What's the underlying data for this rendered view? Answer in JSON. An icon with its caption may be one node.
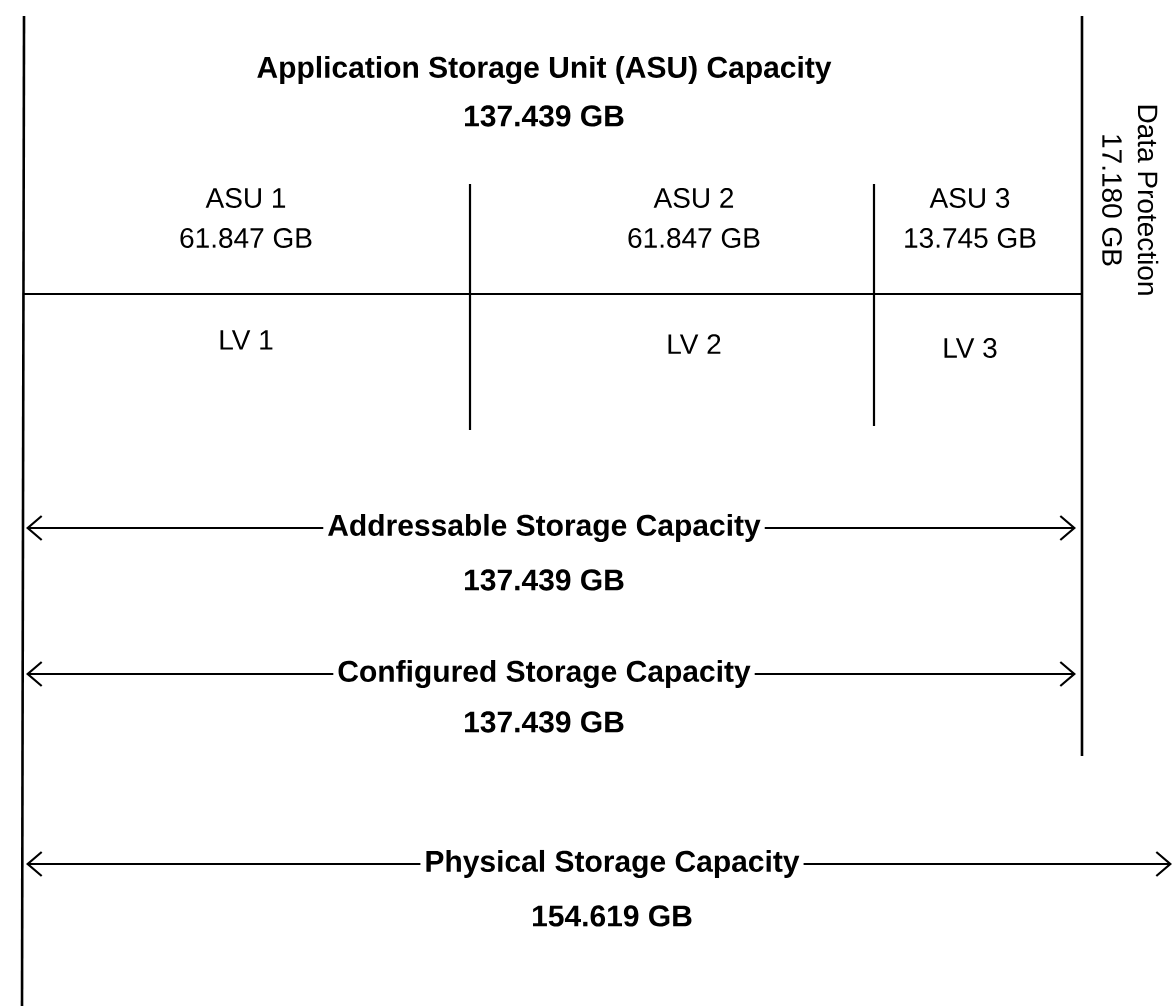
{
  "diagram": {
    "labels": [
      "Application Storage Unit (ASU) Capacity",
      "137.439 GB",
      "ASU 1",
      "61.847 GB",
      "ASU 2",
      "61.847 GB",
      "ASU 3",
      "13.745 GB",
      "LV 1",
      "LV 2",
      "LV 3",
      "Data Protection",
      "17.180 GB",
      "Addressable Storage Capacity",
      "137.439 GB",
      "Configured Storage Capacity",
      "137.439 GB",
      "Physical Storage Capacity",
      "154.619 GB"
    ]
  }
}
